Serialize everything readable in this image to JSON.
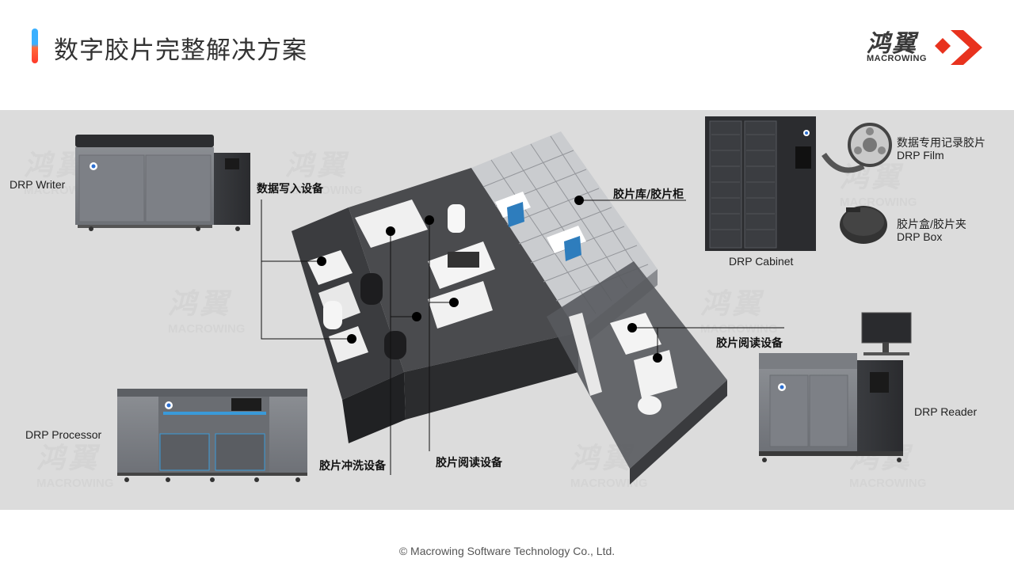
{
  "header": {
    "title": "数字胶片完整解决方案",
    "logo_cn": "鸿翼",
    "logo_en": "MACROWING"
  },
  "equipment": {
    "writer": "DRP Writer",
    "processor": "DRP Processor",
    "cabinet": "DRP Cabinet",
    "reader": "DRP Reader",
    "film_cn": "数据专用记录胶片",
    "film_en": "DRP Film",
    "box_cn": "胶片盒/胶片夹",
    "box_en": "DRP Box"
  },
  "callouts": {
    "write": "数据写入设备",
    "library": "胶片库/胶片柜",
    "read_right": "胶片阅读设备",
    "develop": "胶片冲洗设备",
    "read_bottom": "胶片阅读设备"
  },
  "colors": {
    "accent_red": "#e8321e",
    "band": "#dcdcdc"
  },
  "footer": {
    "copyright": "© Macrowing Software Technology Co., Ltd."
  }
}
